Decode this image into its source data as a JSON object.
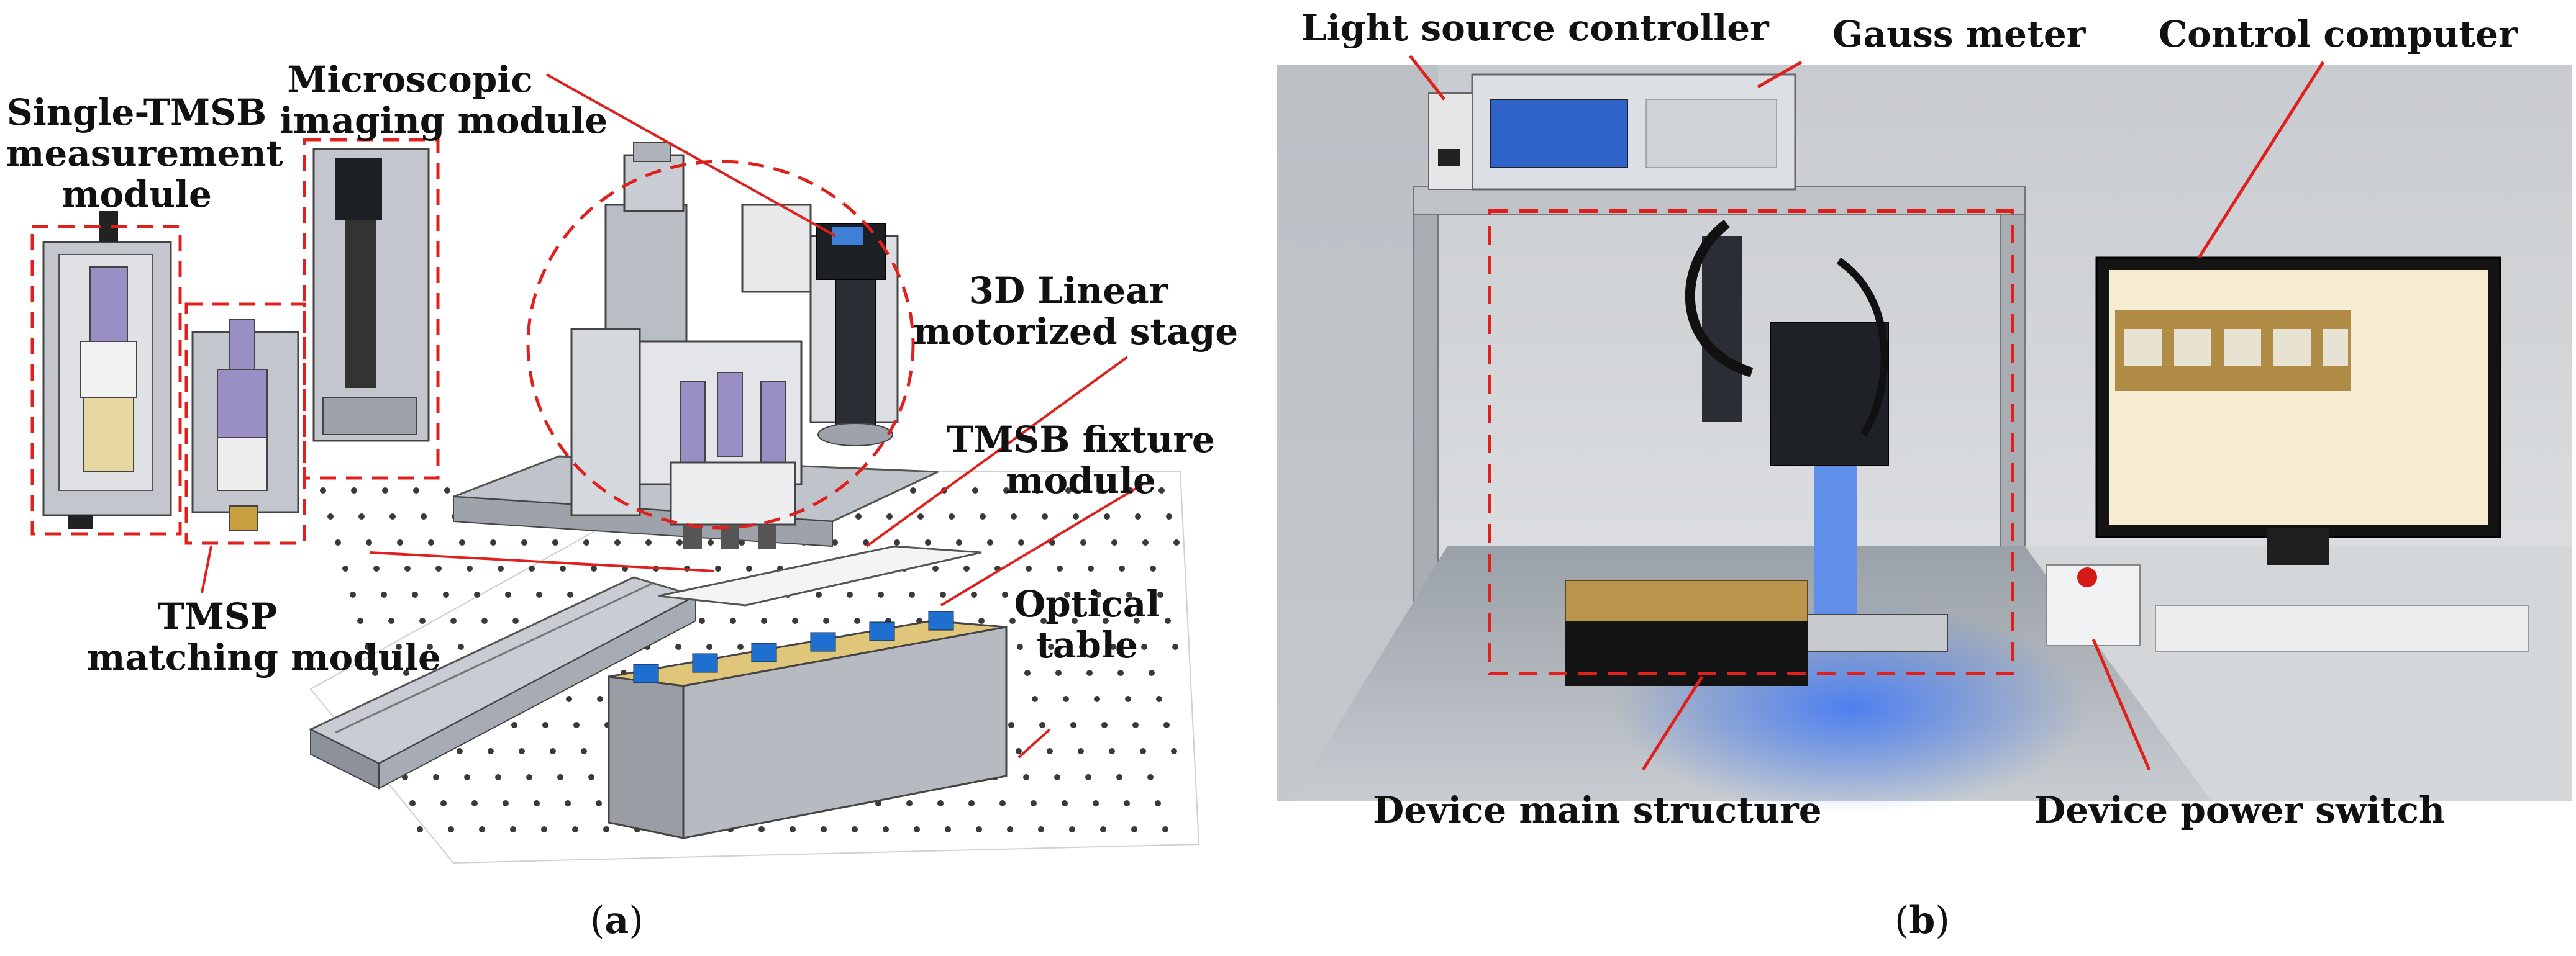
{
  "panel_a": {
    "caption_letter": "a",
    "labels": {
      "single_tmsb_line1": "Single-TMSB",
      "single_tmsb_line2": "measurement",
      "single_tmsb_line3": "module",
      "microscopic_line1": "Microscopic",
      "microscopic_line2": "imaging module",
      "linear_stage_line1": "3D Linear",
      "linear_stage_line2": "motorized stage",
      "fixture_line1": "TMSB fixture",
      "fixture_line2": "module",
      "optical_line1": "Optical",
      "optical_line2": "table",
      "tmsp_line1": "TMSP",
      "tmsp_line2": "matching module"
    }
  },
  "panel_b": {
    "caption_letter": "b",
    "labels": {
      "light_source": "Light source controller",
      "gauss_meter": "Gauss meter",
      "control_computer": "Control computer",
      "device_main": "Device main structure",
      "power_switch": "Device power switch"
    }
  },
  "colors": {
    "callout": "#e0201c",
    "dashed_box": "#e0201c",
    "photo_wall": "#d9dcdf",
    "stage_blue": "#2a6cff"
  }
}
